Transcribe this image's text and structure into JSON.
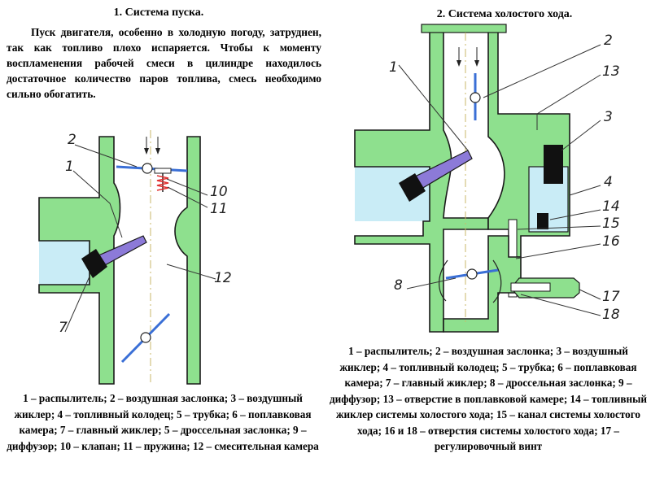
{
  "left": {
    "title": "1. Система пуска.",
    "intro": "Пуск двигателя, особенно в холодную погоду, затруднен, так как топливо плохо испаряется. Чтобы к моменту воспламенения рабочей смеси в цилиндре находилось достаточное количество паров топлива, смесь необходимо сильно обогатить.",
    "labels": [
      "2",
      "1",
      "10",
      "11",
      "12",
      "7"
    ],
    "legend": "1 – распылитель; 2 – воздушная заслонка; 3 – воздушный жиклер; 4 – топливный колодец; 5 – трубка; 6 – поплавковая камера; 7 – главный жиклер; 5 – дроссельная заслонка; 9 – диффузор; 10 – клапан; 11 – пружина; 12 – смесительная камера"
  },
  "right": {
    "title": "2. Система холостого хода.",
    "labels": [
      "1",
      "2",
      "13",
      "3",
      "4",
      "14",
      "15",
      "16",
      "8",
      "17",
      "18"
    ],
    "legend": "1 – распылитель; 2 – воздушная заслонка; 3 – воздушный жиклер; 4 – топливный колодец; 5 – трубка; 6 – поплавковая камера; 7 – главный жиклер; 8 – дроссельная заслонка; 9 – диффузор; 13 – отверстие в поплавковой камере; 14 – топливный жиклер системы холостого хода; 15 – канал системы холостого хода; 16 и 18 – отверстия системы холостого хода; 17 – регулировочный винт"
  },
  "colors": {
    "body": "#8ee08e",
    "fuel": "#c9ecf6",
    "parts": "#8c7ad8",
    "outline": "#1a1a1a",
    "flap": "#3a6fd6"
  }
}
